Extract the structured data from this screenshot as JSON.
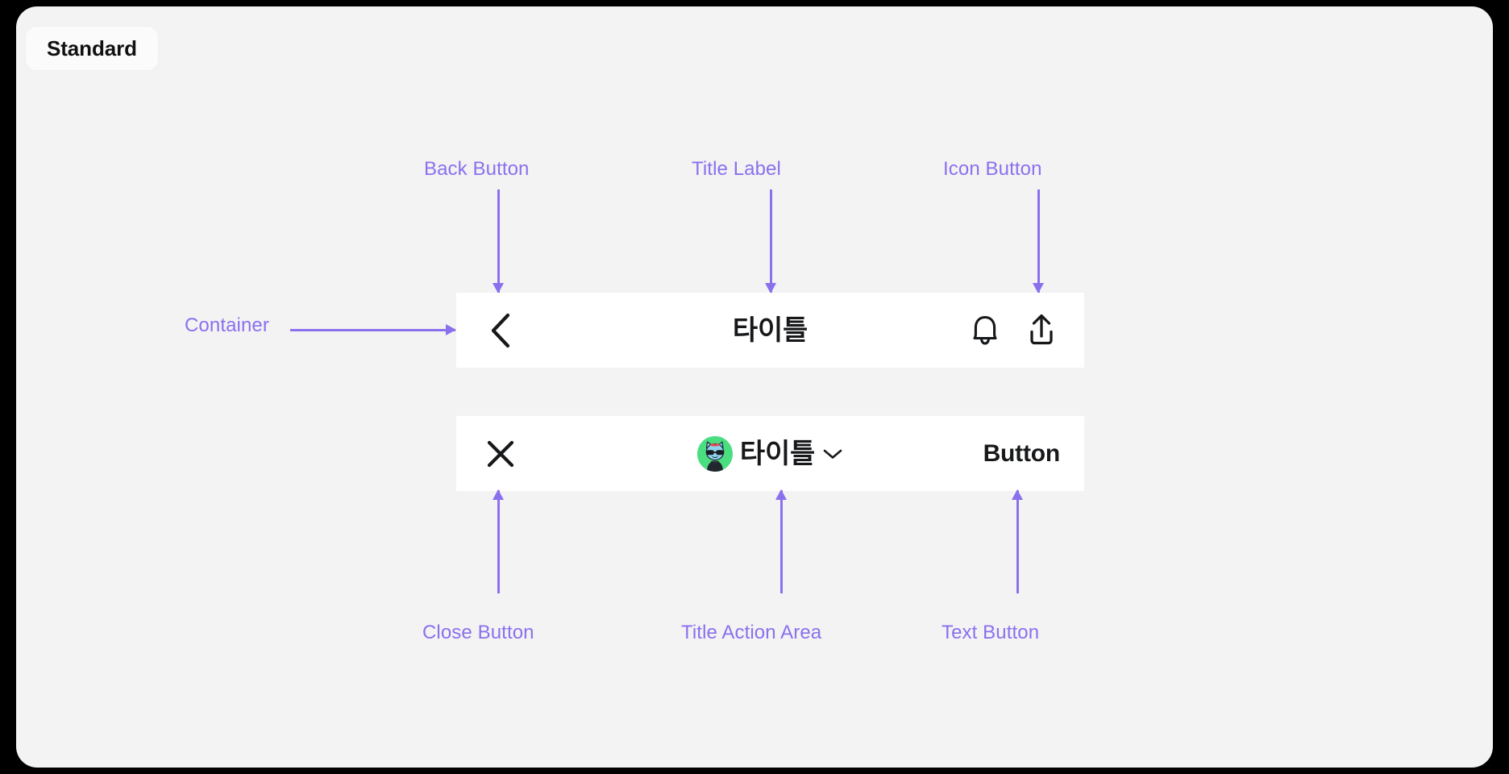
{
  "frame": {
    "background": "#F3F3F3",
    "outer_background": "#000000"
  },
  "chip": {
    "label": "Standard"
  },
  "annotation": {
    "color": "#8B70EE",
    "labels": {
      "back_button": "Back Button",
      "title_label": "Title Label",
      "icon_button": "Icon Button",
      "container": "Container",
      "close_button": "Close Button",
      "title_action_area": "Title Action Area",
      "text_button": "Text Button"
    }
  },
  "toolbars": [
    {
      "name": "standard-toolbar",
      "background": "#FFFFFF",
      "leading_icon": "chevron-left-icon",
      "title": "타이틀",
      "trailing_icons": [
        "bell-icon",
        "share-upload-icon"
      ]
    },
    {
      "name": "modal-toolbar",
      "background": "#FFFFFF",
      "leading_icon": "close-x-icon",
      "title": "타이틀",
      "title_chevron": "chevron-down-icon",
      "avatar": {
        "name": "avatar",
        "background": "#4ADE80",
        "character": "cat-with-sunglasses"
      },
      "trailing_text_button": "Button"
    }
  ]
}
